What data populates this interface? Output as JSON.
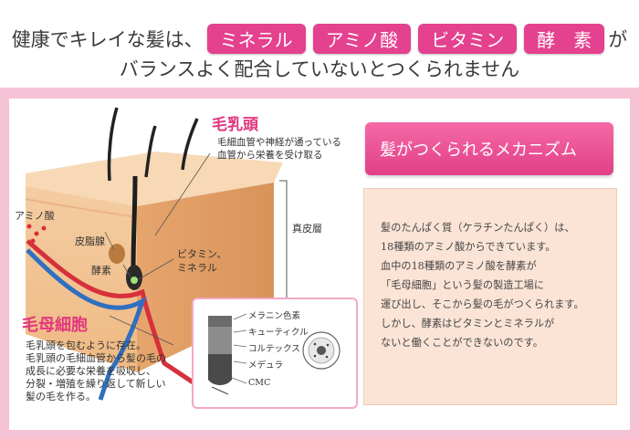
{
  "headline": {
    "line1_prefix": "健康でキレイな髪は、",
    "pills": [
      "ミネラル",
      "アミノ酸",
      "ビタミン",
      "酵　素"
    ],
    "line1_suffix": "が",
    "line2": "バランスよく配合していないとつくられません"
  },
  "diagram": {
    "hair_papilla_title": "毛乳頭",
    "hair_papilla_desc": [
      "毛細血管や神経が通っている",
      "血管から栄養を受け取る"
    ],
    "amino_label": "アミノ酸",
    "sebaceous_label": "皮脂腺",
    "enzyme_label": "酵素",
    "vitamin_label": "ビタミン、",
    "mineral_label": "ミネラル",
    "dermis_label": "真皮層",
    "matrix_title": "毛母細胞",
    "matrix_desc": [
      "毛乳頭を包むように存在。",
      "毛乳頭の毛細血管から髪の毛の",
      "成長に必要な栄養を吸収し、",
      "分裂・増殖を繰り返して新しい",
      "髪の毛を作る。"
    ],
    "hair_structure": {
      "labels": [
        "メラニン色素",
        "キューティクル",
        "コルテックス",
        "メデュラ",
        "CMC"
      ]
    }
  },
  "mechanism": {
    "title": "髪がつくられるメカニズム",
    "lines": [
      "髪のたんぱく質（ケラチンたんぱく）は、",
      "18種類のアミノ酸からできています。",
      "血中の18種類のアミノ酸を酵素が",
      "「毛母細胞」という髪の製造工場に",
      "運び出し、そこから髪の毛がつくられます。",
      "しかし、酵素はビタミンとミネラルが",
      "ないと働くことができないのです。"
    ]
  },
  "colors": {
    "accent_pink": "#e4418f",
    "frame_pink": "#f6c2d6",
    "skin": "#f3c79c",
    "artery_red": "#d7303a",
    "vein_blue": "#2f6fc0",
    "mechanism_bg": "#fbe4d6"
  }
}
